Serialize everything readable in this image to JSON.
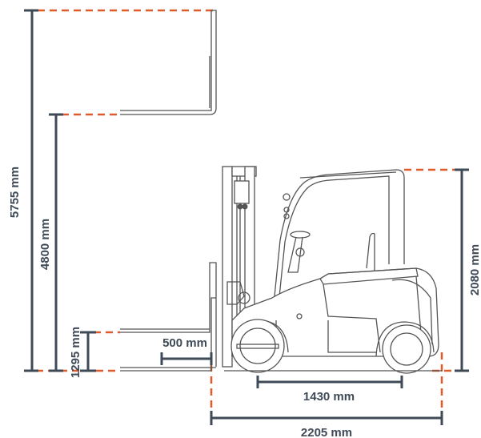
{
  "dimensions": {
    "max_lift_height": "5755 mm",
    "free_lift_height": "4800 mm",
    "fork_height": "1295 mm",
    "load_center": "500 mm",
    "wheelbase": "1430 mm",
    "overall_length": "2205 mm",
    "overhead_guard_height": "2080 mm"
  },
  "colors": {
    "dimension_line": "#3f4a57",
    "guide_dash": "#e05a2b",
    "drawing_stroke": "#555555"
  }
}
